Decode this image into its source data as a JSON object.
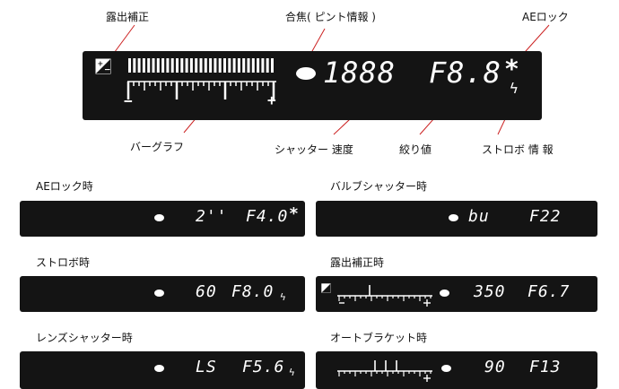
{
  "callouts": {
    "exposure_comp": "露出補正",
    "focus_info": "合焦( ピント情報 )",
    "ae_lock": "AEロック",
    "bar_graph": "バーグラフ",
    "shutter_speed": "シャッター 速度",
    "aperture": "絞り値",
    "strobe_info": "ストロボ 情 報"
  },
  "main_display": {
    "shutter": "1888",
    "aperture": "F8.8",
    "ae_lock_mark": "*",
    "flash_mark": "ϟ",
    "minus": "−",
    "plus": "+",
    "ev_icon": "exposure-comp-icon"
  },
  "examples": [
    {
      "label": "AEロック時",
      "shutter": "2''",
      "aperture": "F4.0",
      "suffix": "*"
    },
    {
      "label": "バルブシャッター時",
      "shutter": "bu",
      "aperture": "F22",
      "suffix": ""
    },
    {
      "label": "ストロボ時",
      "shutter": "60",
      "aperture": "F8.0",
      "suffix": "ϟ"
    },
    {
      "label": "露出補正時",
      "shutter": "350",
      "aperture": "F6.7",
      "suffix": ""
    },
    {
      "label": "レンズシャッター時",
      "shutter": "LS",
      "aperture": "F5.6",
      "suffix": "ϟ"
    },
    {
      "label": "オートブラケット時",
      "shutter": "90",
      "aperture": "F13",
      "suffix": ""
    }
  ],
  "colors": {
    "panel": "#141414",
    "segment": "#ffffff",
    "leader": "#cc2222"
  }
}
